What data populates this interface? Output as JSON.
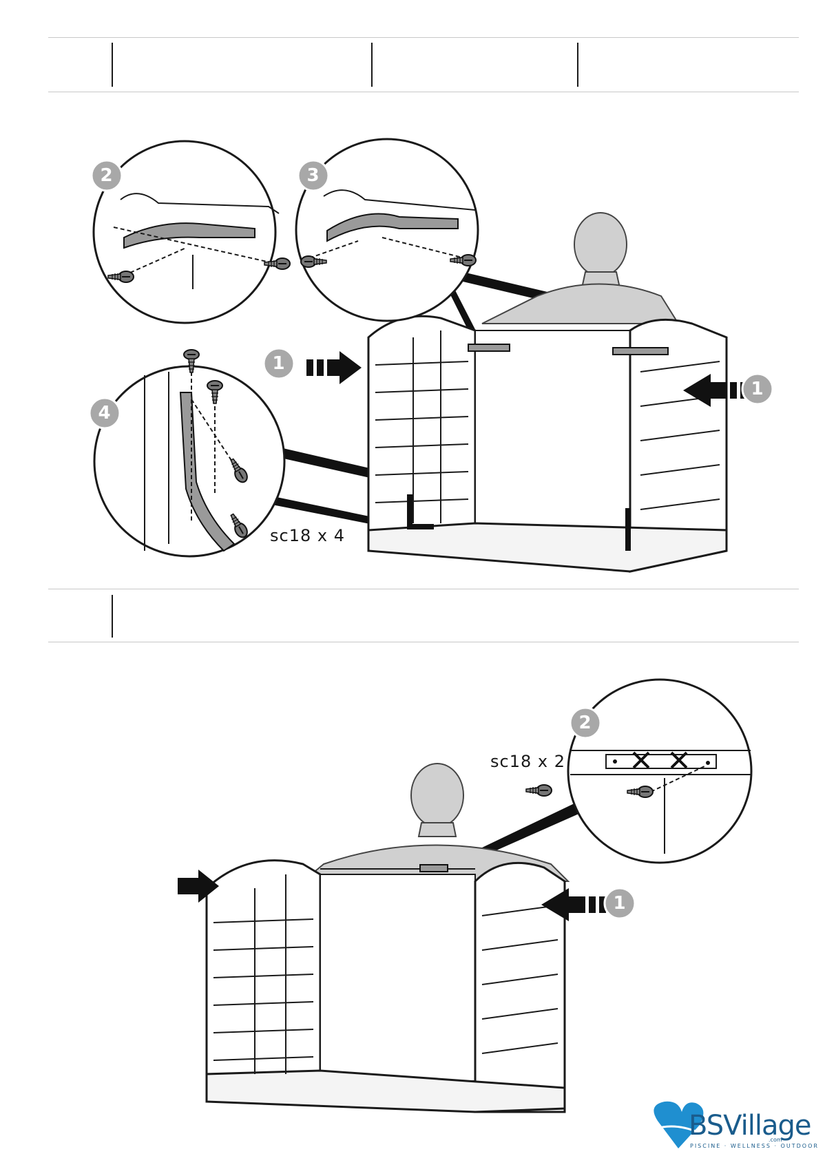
{
  "step1": {
    "screw_label": "sc18 x 4",
    "callouts": [
      "1",
      "2",
      "3",
      "4",
      "1"
    ]
  },
  "step2": {
    "screw_label": "sc18 x 2",
    "callouts": [
      "2",
      "1"
    ]
  },
  "logo": {
    "name": "BSVillage",
    "suffix": ".com",
    "tagline": "PISCINE · WELLNESS · OUTDOOR"
  },
  "icons": {
    "screw": "screw-icon",
    "arrow": "push-arrow-icon",
    "bracket": "metal-bracket-icon",
    "cross": "cross-mark-icon"
  },
  "colors": {
    "line": "#1a1a1a",
    "callout": "#a8a8a8",
    "bracket": "#9a9a9a",
    "figure": "#d0d0d0",
    "logo": "#1a5c8c"
  }
}
